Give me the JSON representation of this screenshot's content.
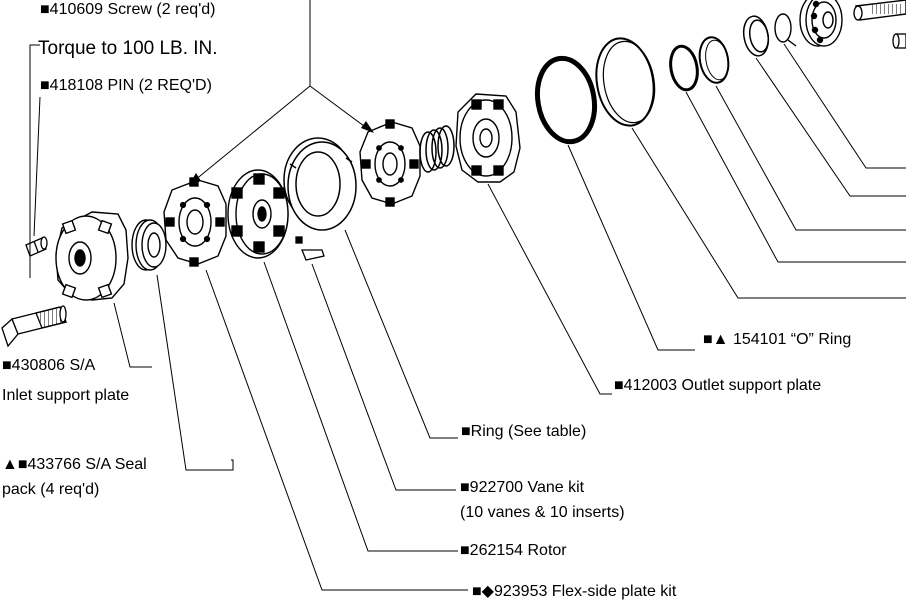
{
  "labels": {
    "screw_line1": "■410609 Screw (2 req'd)",
    "screw_line2": "Torque to  100 LB. IN.",
    "pin": "■418108 PIN (2 REQ'D)",
    "inlet_line1": "■430806 S/A",
    "inlet_line2": "Inlet support plate",
    "seal_line1": "▲■433766 S/A Seal",
    "seal_line2": "pack (4 req'd)",
    "oring": "■▲ 154101 “O” Ring",
    "outlet": "■412003 Outlet support plate",
    "ring": "■Ring (See table)",
    "vane_line1": "■922700 Vane kit",
    "vane_line2": "(10 vanes & 10 inserts)",
    "rotor": "■262154 Rotor",
    "flex": "■◆923953 Flex-side plate kit"
  }
}
